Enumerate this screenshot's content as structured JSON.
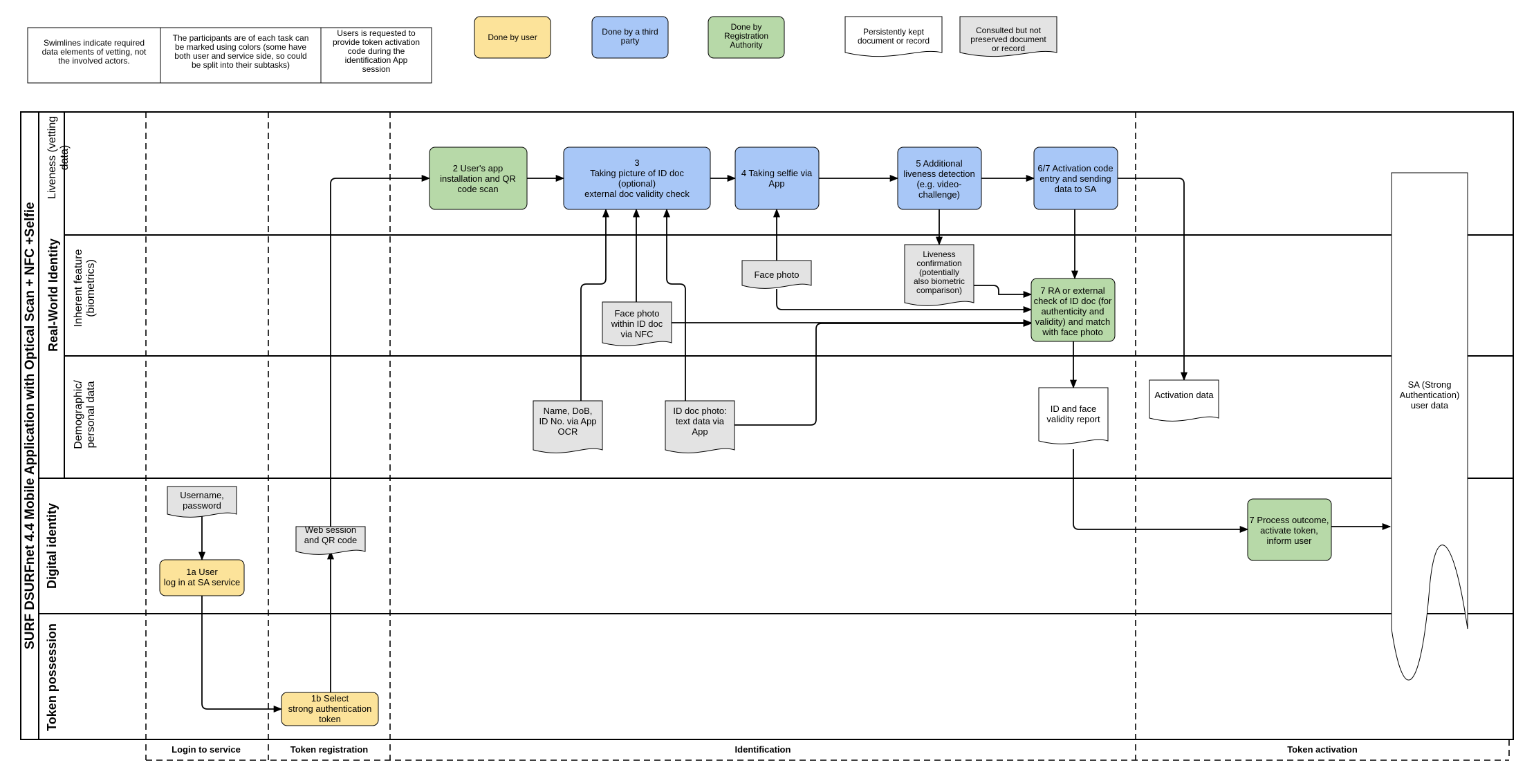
{
  "title": "SURF DSURFnet 4.4 Mobile Application with Optical Scan + NFC +Selfie",
  "notes": [
    [
      "Swimlines indicate required",
      "data elements of vetting, not",
      "the involved actors."
    ],
    [
      "The participants are of each task can",
      "be marked using colors (some have",
      "both  user and service side, so could",
      "be split into their subtasks)"
    ],
    [
      "Users is requested to",
      "provide token activation",
      "code during the",
      "identification App",
      "session"
    ]
  ],
  "legend": {
    "user": [
      "Done by user"
    ],
    "third_party": [
      "Done by a third",
      "party"
    ],
    "ra": [
      "Done by",
      "Registration",
      "Authority"
    ],
    "kept": [
      "Persistently kept",
      "document or record"
    ],
    "consulted": [
      "Consulted but not",
      "preserved document",
      "or record"
    ]
  },
  "lanes": {
    "real_world_identity": "Real-World Identity",
    "liveness": [
      "Liveness (vetting",
      "data)"
    ],
    "inherent": [
      "Inherent feature",
      "(biometrics)"
    ],
    "demographic": [
      "Demographic/",
      "personal data"
    ],
    "digital_identity": "Digital identity",
    "token_possession": "Token possession"
  },
  "phases": {
    "login": "Login to service",
    "token_registration": "Token registration",
    "identification": "Identification",
    "token_activation": "Token activation"
  },
  "tasks": {
    "t2": [
      "2 User's app",
      "installation and QR",
      "code scan"
    ],
    "t3": [
      "3",
      "Taking picture of ID doc",
      "(optional)",
      "external doc validity check"
    ],
    "t4": [
      "4 Taking selfie via",
      "App"
    ],
    "t5": [
      "5 Additional",
      "liveness detection",
      "(e.g. video-",
      "challenge)"
    ],
    "t67": [
      "6/7 Activation code",
      "entry and sending",
      "data to SA"
    ],
    "t7ra": [
      "7 RA or external",
      "check of ID doc (for",
      "authenticity and",
      "validity) and match",
      "with face photo"
    ],
    "t7p": [
      "7 Process outcome,",
      "activate token,",
      "inform user"
    ],
    "t1a": [
      "1a User",
      "log in at SA service"
    ],
    "t1b": [
      "1b Select",
      "strong authentication",
      "token"
    ]
  },
  "documents": {
    "face_photo": [
      "Face photo"
    ],
    "liveness_conf": [
      "Liveness",
      "confirmation",
      "(potentially",
      "also biometric",
      "comparison)"
    ],
    "face_nfc": [
      "Face photo",
      "within ID doc",
      "via NFC"
    ],
    "name_dob": [
      "Name, DoB,",
      "ID No. via App",
      "OCR"
    ],
    "id_doc_photo": [
      "ID doc photo:",
      "text data via",
      "App"
    ],
    "id_face_report": [
      "ID and face",
      "validity report"
    ],
    "activation_data": [
      "Activation data"
    ],
    "username": [
      "Username,",
      "password"
    ],
    "web_session": [
      "Web session",
      "and QR code"
    ],
    "sa_user_data": [
      "SA (Strong",
      "Authentication)",
      "user data"
    ]
  },
  "colors": {
    "user": "#fce39a",
    "third_party": "#a8c7f7",
    "ra": "#b7d9a8",
    "consulted": "#e3e3e3",
    "kept": "#ffffff",
    "line": "#000000"
  }
}
